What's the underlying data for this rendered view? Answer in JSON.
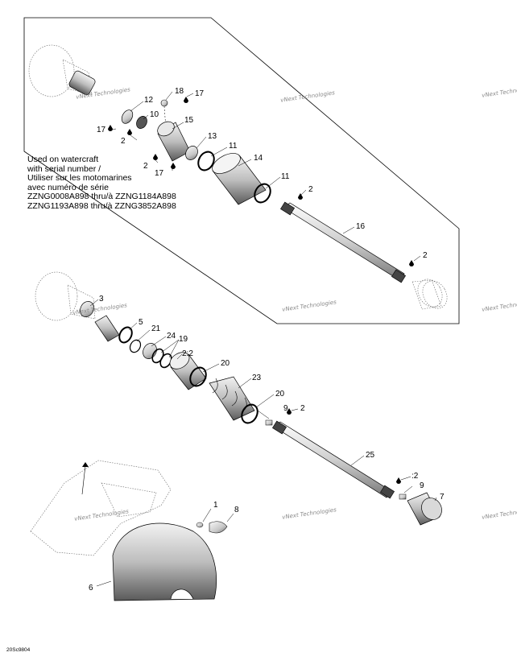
{
  "diagram_code": "20Sc9804",
  "serial_note": [
    "Used on watercraft",
    "with serial number /",
    "Utiliser sur les motomarines",
    "avec numéro de série",
    "ZZNG0008A898 thru/à ZZNG1184A898",
    "ZZNG1193A898 thru/à ZZNG3852A898"
  ],
  "watermark": "vNext Technologies",
  "callouts": [
    {
      "id": "c18a",
      "text": "18"
    },
    {
      "id": "c17a",
      "text": "17"
    },
    {
      "id": "c12",
      "text": "12"
    },
    {
      "id": "c10",
      "text": "10"
    },
    {
      "id": "c15",
      "text": "15"
    },
    {
      "id": "c17b",
      "text": "17"
    },
    {
      "id": "c2a",
      "text": "2"
    },
    {
      "id": "c13",
      "text": "13"
    },
    {
      "id": "c11a",
      "text": "11"
    },
    {
      "id": "c2b",
      "text": "2"
    },
    {
      "id": "c17c",
      "text": "17"
    },
    {
      "id": "c14",
      "text": "14"
    },
    {
      "id": "c11b",
      "text": "11"
    },
    {
      "id": "c2c",
      "text": "2"
    },
    {
      "id": "c16",
      "text": "16"
    },
    {
      "id": "c2d",
      "text": "2"
    },
    {
      "id": "c3",
      "text": "3"
    },
    {
      "id": "c5",
      "text": "5"
    },
    {
      "id": "c21",
      "text": "21"
    },
    {
      "id": "c24",
      "text": "24"
    },
    {
      "id": "c19",
      "text": "19"
    },
    {
      "id": "c22",
      "text": "2:2"
    },
    {
      "id": "c20a",
      "text": "20"
    },
    {
      "id": "c23",
      "text": "23"
    },
    {
      "id": "c20b",
      "text": "20"
    },
    {
      "id": "c2e",
      "text": "2"
    },
    {
      "id": "c9a",
      "text": "9"
    },
    {
      "id": "c25",
      "text": "25"
    },
    {
      "id": "c2f",
      "text": ":2"
    },
    {
      "id": "c9b",
      "text": "9"
    },
    {
      "id": "c7",
      "text": "7"
    },
    {
      "id": "c1",
      "text": "1"
    },
    {
      "id": "c8",
      "text": "8"
    },
    {
      "id": "c6",
      "text": "6"
    }
  ]
}
